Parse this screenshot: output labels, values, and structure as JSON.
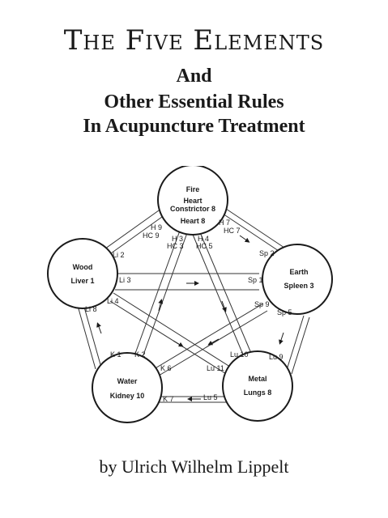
{
  "title": "The Five Elements",
  "subtitle": {
    "line1": "And",
    "line2": "Other Essential Rules",
    "line3": "In Acupuncture Treatment"
  },
  "diagram": {
    "nodes": {
      "fire": {
        "name": "Fire",
        "line2": "Heart",
        "line3": "Constrictor 8",
        "line4": "Heart 8"
      },
      "earth": {
        "name": "Earth",
        "line2": "Spleen 3"
      },
      "metal": {
        "name": "Metal",
        "line2": "Lungs 8"
      },
      "water": {
        "name": "Water",
        "line2": "Kidney 10"
      },
      "wood": {
        "name": "Wood",
        "line2": "Liver 1"
      }
    },
    "points": {
      "h9": "H 9",
      "hc9": "HC 9",
      "h7": "H 7",
      "hc7": "HC 7",
      "h3": "H 3",
      "hc3": "HC 3",
      "h4": "H 4",
      "hc5": "HC 5",
      "li2": "Li 2",
      "li3": "Li 3",
      "li4": "Li 4",
      "li8": "Li 8",
      "sp2": "Sp 2",
      "sp1": "Sp 1",
      "sp9": "Sp 9",
      "sp5": "Sp 5",
      "lu10": "Lu 10",
      "lu11": "Lu 11",
      "lu9": "Lu 9",
      "lu5": "Lu 5",
      "k1": "K 1",
      "k2": "K 2",
      "k6": "K 6",
      "k7": "K 7"
    }
  },
  "author": "by Ulrich Wilhelm Lippelt"
}
